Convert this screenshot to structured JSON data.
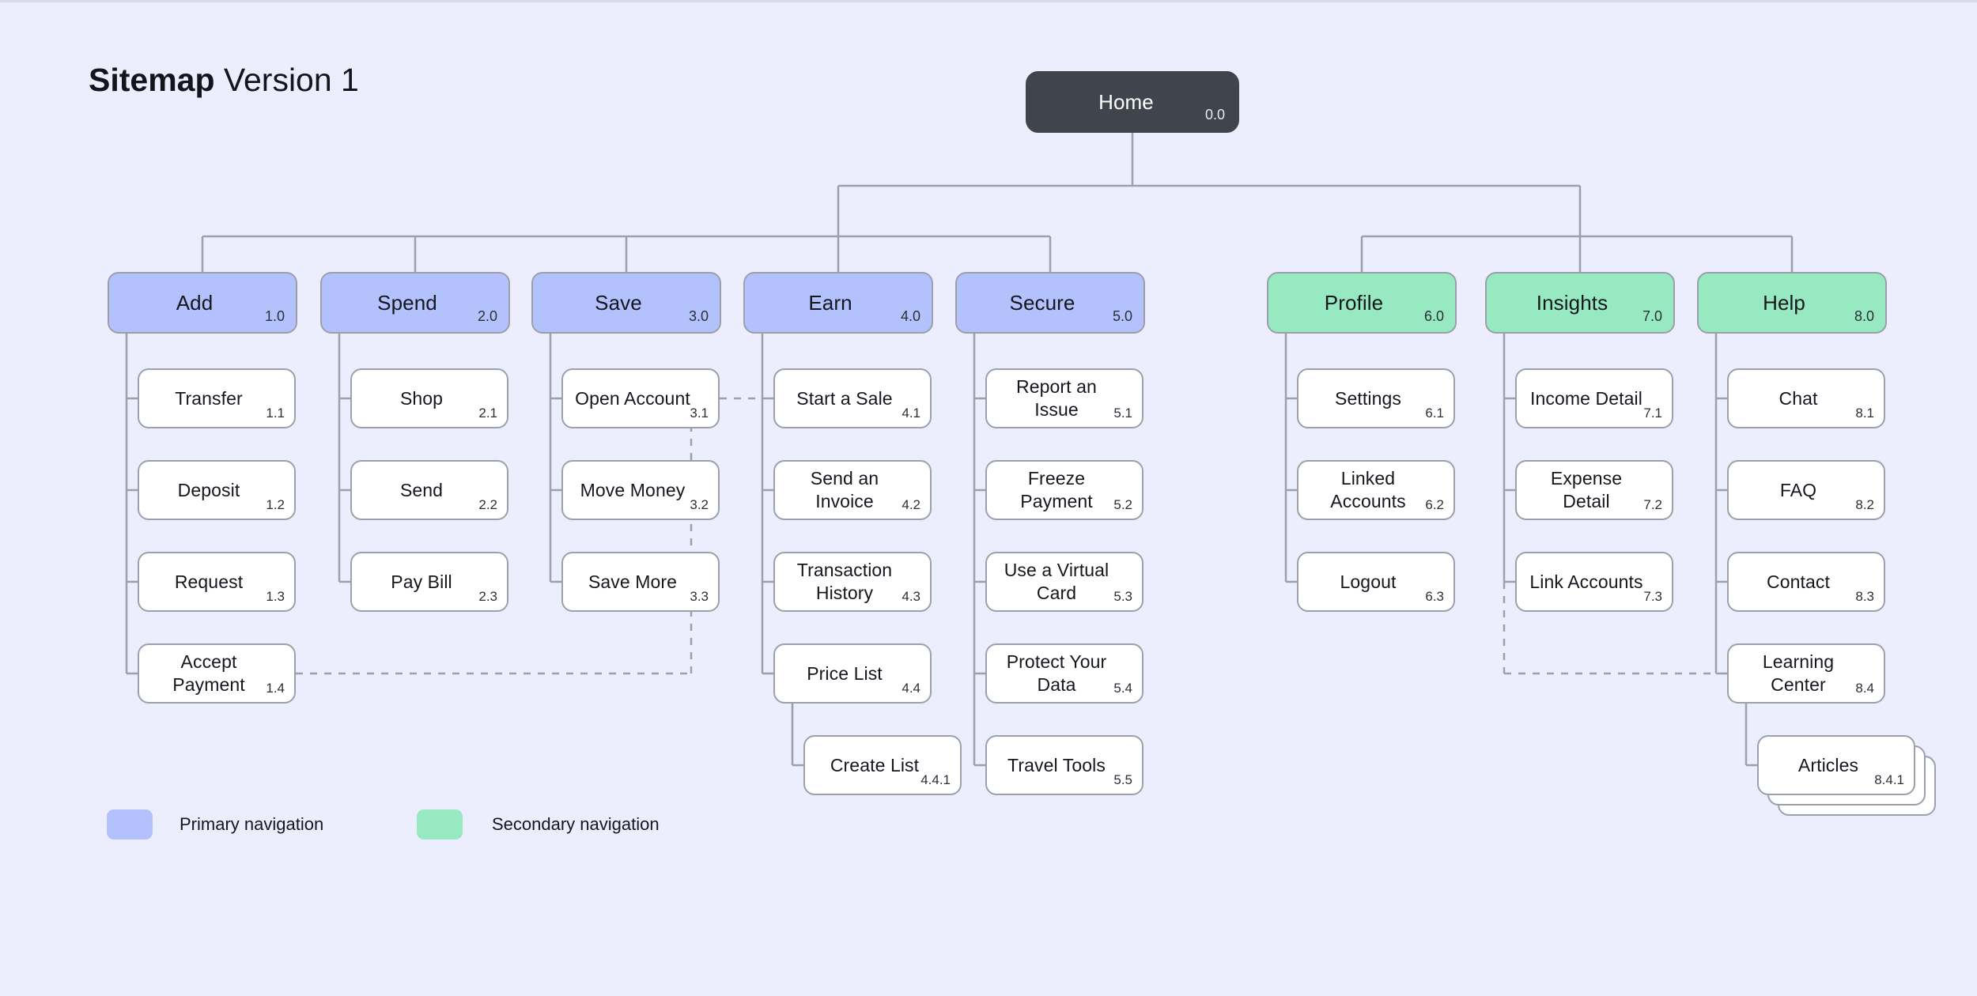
{
  "header": {
    "title_bold": "Sitemap",
    "title_light": "Version 1"
  },
  "legend": {
    "items": [
      {
        "label": "Primary navigation",
        "color": "#b3c1fd"
      },
      {
        "label": "Secondary navigation",
        "color": "#96e9c0"
      }
    ]
  },
  "colors": {
    "background": "#eceefd",
    "root_fill": "#3f444d",
    "primary_fill": "#b3c1fd",
    "secondary_fill": "#96e9c0",
    "node_fill": "#ffffff",
    "node_stroke": "#9ba0ab",
    "connector": "#9ba0ab",
    "text": "#14171e"
  },
  "root": {
    "label": "Home",
    "number": "0.0"
  },
  "sections": [
    {
      "key": "add",
      "kind": "primary",
      "label": "Add",
      "number": "1.0",
      "children": [
        {
          "label": "Transfer",
          "number": "1.1"
        },
        {
          "label": "Deposit",
          "number": "1.2"
        },
        {
          "label": "Request",
          "number": "1.3"
        },
        {
          "label": "Accept Payment",
          "number": "1.4"
        }
      ]
    },
    {
      "key": "spend",
      "kind": "primary",
      "label": "Spend",
      "number": "2.0",
      "children": [
        {
          "label": "Shop",
          "number": "2.1"
        },
        {
          "label": "Send",
          "number": "2.2"
        },
        {
          "label": "Pay Bill",
          "number": "2.3"
        }
      ]
    },
    {
      "key": "save",
      "kind": "primary",
      "label": "Save",
      "number": "3.0",
      "children": [
        {
          "label": "Open Account",
          "number": "3.1"
        },
        {
          "label": "Move Money",
          "number": "3.2"
        },
        {
          "label": "Save More",
          "number": "3.3"
        }
      ]
    },
    {
      "key": "earn",
      "kind": "primary",
      "label": "Earn",
      "number": "4.0",
      "children": [
        {
          "label": "Start a Sale",
          "number": "4.1"
        },
        {
          "label": "Send an Invoice",
          "number": "4.2"
        },
        {
          "label": "Transaction History",
          "number": "4.3"
        },
        {
          "label": "Price List",
          "number": "4.4",
          "children": [
            {
              "label": "Create List",
              "number": "4.4.1"
            }
          ]
        }
      ]
    },
    {
      "key": "secure",
      "kind": "primary",
      "label": "Secure",
      "number": "5.0",
      "children": [
        {
          "label": "Report an Issue",
          "number": "5.1"
        },
        {
          "label": "Freeze Payment",
          "number": "5.2"
        },
        {
          "label": "Use a Virtual Card",
          "number": "5.3"
        },
        {
          "label": "Protect Your Data",
          "number": "5.4"
        },
        {
          "label": "Travel Tools",
          "number": "5.5"
        }
      ]
    },
    {
      "key": "profile",
      "kind": "secondary",
      "label": "Profile",
      "number": "6.0",
      "children": [
        {
          "label": "Settings",
          "number": "6.1"
        },
        {
          "label": "Linked Accounts",
          "number": "6.2"
        },
        {
          "label": "Logout",
          "number": "6.3"
        }
      ]
    },
    {
      "key": "insights",
      "kind": "secondary",
      "label": "Insights",
      "number": "7.0",
      "children": [
        {
          "label": "Income Detail",
          "number": "7.1"
        },
        {
          "label": "Expense Detail",
          "number": "7.2"
        },
        {
          "label": "Link Accounts",
          "number": "7.3"
        }
      ]
    },
    {
      "key": "help",
      "kind": "secondary",
      "label": "Help",
      "number": "8.0",
      "children": [
        {
          "label": "Chat",
          "number": "8.1"
        },
        {
          "label": "FAQ",
          "number": "8.2"
        },
        {
          "label": "Contact",
          "number": "8.3"
        },
        {
          "label": "Learning Center",
          "number": "8.4",
          "children": [
            {
              "label": "Articles",
              "number": "8.4.1",
              "stacked": true
            }
          ]
        }
      ]
    }
  ]
}
